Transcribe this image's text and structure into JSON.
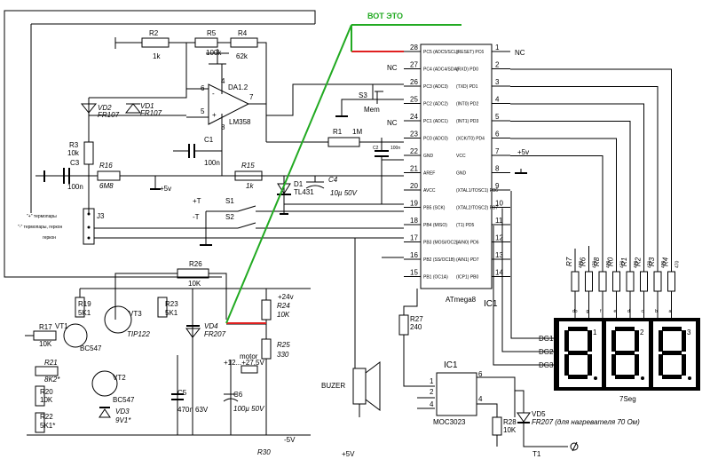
{
  "annotation": {
    "label": "ВОТ ЭТО",
    "color": "#22aa22",
    "highlight": "#e02020"
  },
  "mcu": {
    "name": "ATmega8",
    "ref": "IC1",
    "left_pins": [
      {
        "n": "28",
        "name": "PC5 (ADC5/SCL)"
      },
      {
        "n": "27",
        "name": "PC4 (ADC4/SDA)"
      },
      {
        "n": "26",
        "name": "PC3 (ADC3)"
      },
      {
        "n": "25",
        "name": "PC2 (ADC2)"
      },
      {
        "n": "24",
        "name": "PC1 (ADC1)"
      },
      {
        "n": "23",
        "name": "PC0 (ADC0)"
      },
      {
        "n": "22",
        "name": "GND"
      },
      {
        "n": "21",
        "name": "AREF"
      },
      {
        "n": "20",
        "name": "AVCC"
      },
      {
        "n": "19",
        "name": "PB5 (SCK)"
      },
      {
        "n": "18",
        "name": "PB4 (MISO)"
      },
      {
        "n": "17",
        "name": "PB3 (MOSI/OC2)"
      },
      {
        "n": "16",
        "name": "PB2 (SS/OC1B)"
      },
      {
        "n": "15",
        "name": "PB1 (OC1A)"
      }
    ],
    "right_pins": [
      {
        "n": "1",
        "name": "(RESET) PC6"
      },
      {
        "n": "2",
        "name": "(RXD) PD0"
      },
      {
        "n": "3",
        "name": "(TXD) PD1"
      },
      {
        "n": "4",
        "name": "(INT0) PD2"
      },
      {
        "n": "5",
        "name": "(INT1) PD3"
      },
      {
        "n": "6",
        "name": "(XCK/T0) PD4"
      },
      {
        "n": "7",
        "name": "VCC"
      },
      {
        "n": "8",
        "name": "GND"
      },
      {
        "n": "9",
        "name": "(XTAL1/TOSC1) PB6"
      },
      {
        "n": "10",
        "name": "(XTAL2/TOSC2) PB7"
      },
      {
        "n": "11",
        "name": "(T1) PD5"
      },
      {
        "n": "12",
        "name": "(AIN0) PD6"
      },
      {
        "n": "13",
        "name": "(AIN1) PD7"
      },
      {
        "n": "14",
        "name": "(ICP1) PB0"
      }
    ]
  },
  "labels": {
    "r2": "R2",
    "r2v": "1k",
    "r5": "R5",
    "r5v": "100k",
    "r4": "R4",
    "r4v": "62k",
    "da": "DA1.2",
    "lm": "LM358",
    "vd2": "VD2",
    "vd1": "VD1",
    "fr107": "FR107",
    "r3": "R3",
    "r3v": "10k",
    "c3": "C3",
    "c3v": "100n",
    "r16": "R16",
    "r16v": "6M8",
    "c1": "C1",
    "c1v": "100n",
    "p5v": "+5v",
    "r15": "R15",
    "r15v": "1k",
    "d1": "D1",
    "tl431": "TL431",
    "c4": "C4",
    "c4v": "10µ 50V",
    "c2": "C2",
    "c2v": "100n",
    "s3": "S3",
    "mem": "Mem",
    "r1": "R1",
    "r1v": "1M",
    "s1": "S1",
    "s2": "S2",
    "pt": "+T",
    "mt": "-T",
    "j3": "J3",
    "j3a": "\"+\" термопары",
    "j3b": "\"-\" термопары, геркон",
    "j3c": "геркон",
    "nc": "NC",
    "v5": "+5v",
    "r26": "R26",
    "r26v": "10K",
    "r19": "R19",
    "r19v": "5K1",
    "r23": "R23",
    "r23v": "5K1",
    "vt1": "VT1",
    "vt3": "VT3",
    "tip": "TIP122",
    "bc1": "BC547",
    "r17": "R17",
    "r17v": "10K",
    "vd4": "VD4",
    "fr207": "FR207",
    "p24": "+24v",
    "r24": "R24",
    "r24v": "10K",
    "r25": "R25",
    "r25v": "330",
    "r21": "R21",
    "r21v": "8K2*",
    "r20": "R20",
    "r20v": "10K",
    "vt2": "VT2",
    "bc2": "BC547",
    "r22": "R22",
    "r22v": "5K1*",
    "vd3": "VD3",
    "vd3v": "9V1*",
    "c5": "C5",
    "c5v": "470n 63V",
    "c6": "C6",
    "c6v": "100µ 50V",
    "motor": "motor",
    "motv": "+12...+27,5V",
    "m5v": "-5V",
    "r30": "R30",
    "buz": "BUZER",
    "r27": "R27",
    "r27v": "240",
    "ic": "IC1",
    "moc": "MOC3023",
    "r28": "R28",
    "r28v": "10K",
    "vd5": "VD5",
    "vd5v": "FR207 (для нагревателя 70 Ом)",
    "p5b": "+5V",
    "t1": "T1",
    "seg7": "7Seg",
    "dg1": "DG1",
    "dg2": "DG2",
    "dg3": "DG3"
  },
  "resistor_labels": [
    "R7",
    "R6",
    "R8",
    "R0",
    "R1",
    "R2",
    "R3",
    "R4"
  ],
  "res470": "470",
  "seg_pins": [
    "dp",
    "g",
    "f",
    "e",
    "d",
    "c",
    "b",
    "a"
  ],
  "digit_nums": [
    "1",
    "2",
    "3"
  ]
}
